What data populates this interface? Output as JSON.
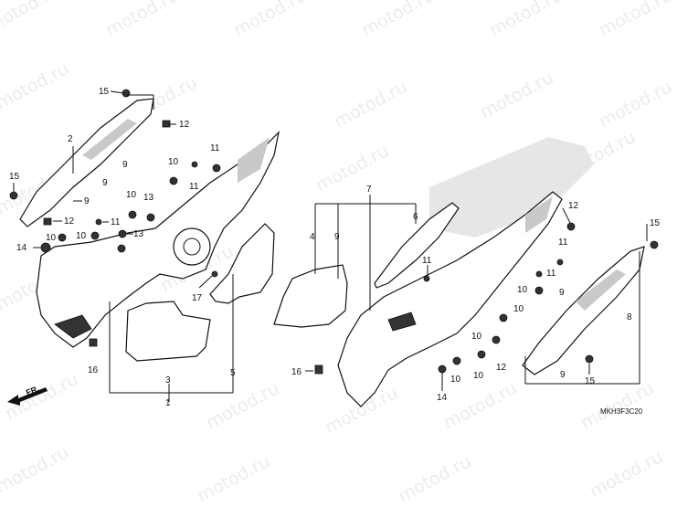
{
  "watermark": "motod.ru",
  "diagram_code": "MKH3F3C20",
  "direction_label": "FR.",
  "callouts": {
    "c15a": "15",
    "c2": "2",
    "c12a": "12",
    "c9a": "9",
    "c9b": "9",
    "c15b": "15",
    "c9c": "9",
    "c12b": "12",
    "c10a": "10",
    "c10b": "10",
    "c14a": "14",
    "c11a": "11",
    "c10c": "10",
    "c11b": "11",
    "c10d": "10",
    "c13a": "13",
    "c13b": "13",
    "c11c": "11",
    "c17": "17",
    "c16a": "16",
    "c3": "3",
    "c5": "5",
    "c1": "1",
    "c4": "4",
    "c9d": "9",
    "c7": "7",
    "c6": "6",
    "c11d": "11",
    "c12c": "12",
    "c15c": "15",
    "c11e": "11",
    "c11f": "11",
    "c10e": "10",
    "c9e": "9",
    "c10f": "10",
    "c8": "8",
    "c10g": "10",
    "c10h": "10",
    "c12d": "12",
    "c16b": "16",
    "c14b": "14",
    "c9f": "9",
    "c15d": "15",
    "c10i": "10"
  }
}
